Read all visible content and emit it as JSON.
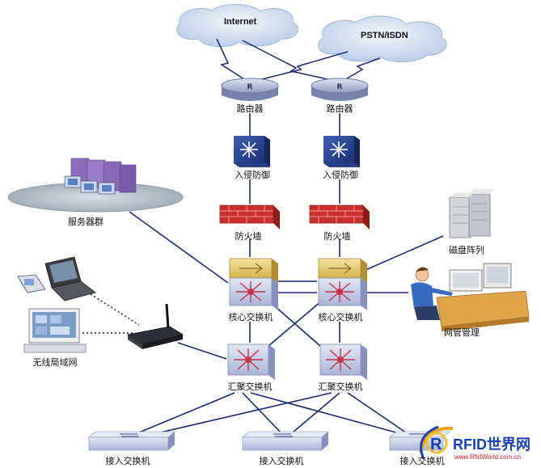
{
  "clouds": {
    "internet": "Internet",
    "pstn": "PSTN/ISDN"
  },
  "labels": {
    "router_left": "路由器",
    "router_right": "路由器",
    "ids_left": "入侵防御",
    "ids_right": "入侵防御",
    "firewall_left": "防火墙",
    "firewall_right": "防火墙",
    "core_left": "核心交换机",
    "core_right": "核心交换机",
    "agg_left": "汇聚交换机",
    "agg_right": "汇聚交换机",
    "access_1": "接入交换机",
    "access_2": "接入交换机",
    "access_3": "接入交换机",
    "server_cluster": "服务器群",
    "disk_array": "磁盘阵列",
    "network_mgmt": "网管管理",
    "wireless_lan": "无线局域网"
  },
  "watermark": {
    "name": "RFID世界网",
    "url": "www.RfidWorld.com.cn"
  },
  "colors": {
    "cloud": "#d7e4f2",
    "line": "#1a2a6e",
    "firewall": "#c8302c",
    "switch_face": "#cfd6ec",
    "core_top": "#e8cf74",
    "logo_blue": "#1b3fb0"
  }
}
